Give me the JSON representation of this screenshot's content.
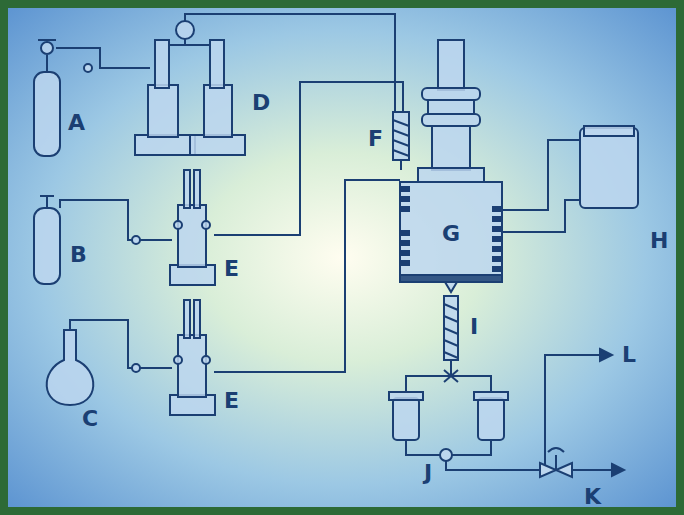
{
  "diagram": {
    "nodes": [
      {
        "text": [
          "G"
        ]
      }
    ],
    "labels": [
      "A",
      "D",
      "F",
      "B",
      "E",
      "H",
      "C",
      "E",
      "I",
      "J",
      "L",
      "K"
    ]
  }
}
